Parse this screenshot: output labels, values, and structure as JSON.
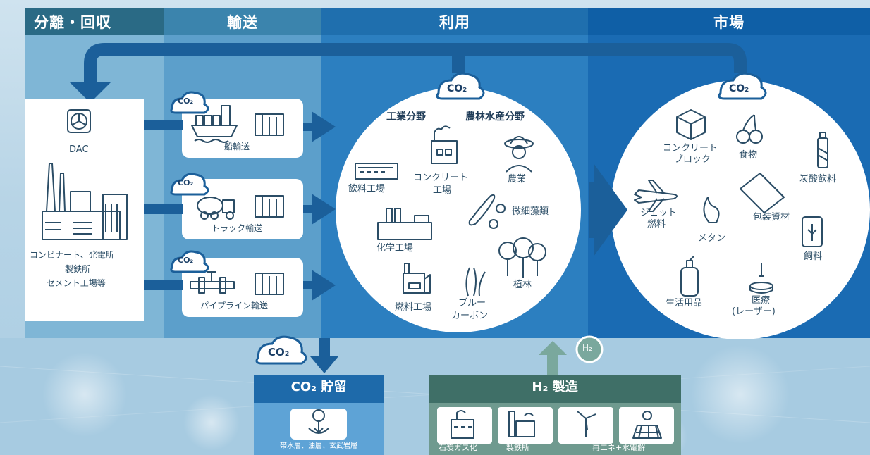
{
  "stages": {
    "capture": "分離・回収",
    "transport": "輸送",
    "use": "利用",
    "market": "市場"
  },
  "co2_label": "CO₂",
  "h2_label": "H₂",
  "capture": {
    "dac": "DAC",
    "sources_line1": "コンビナート、発電所",
    "sources_line2": "製鉄所",
    "sources_line3": "セメント工場等"
  },
  "transport": {
    "ship": "船輸送",
    "truck": "トラック輸送",
    "pipeline": "パイプライン輸送"
  },
  "use": {
    "industry_header": "工業分野",
    "agri_header": "農林水産分野",
    "items": {
      "beverage_factory": "飲料工場",
      "concrete_factory_l1": "コンクリート",
      "concrete_factory_l2": "工場",
      "agriculture": "農業",
      "microalgae": "微細藻類",
      "chemical_factory": "化学工場",
      "fuel_factory": "燃料工場",
      "blue_carbon_l1": "ブルー",
      "blue_carbon_l2": "カーボン",
      "forestation": "植林"
    }
  },
  "market": {
    "concrete_block_l1": "コンクリート",
    "concrete_block_l2": "ブロック",
    "food": "食物",
    "carbonated_drink": "炭酸飲料",
    "jet_fuel_l1": "ジェット",
    "jet_fuel_l2": "燃料",
    "methane": "メタン",
    "packaging": "包装資材",
    "feed": "飼料",
    "daily_goods": "生活用品",
    "medical_l1": "医療",
    "medical_l2": "(レーザー)"
  },
  "storage": {
    "title": "CO₂ 貯留",
    "caption": "帯水層、油層、玄武岩層"
  },
  "h2": {
    "title": "H₂ 製造",
    "coal_gas": "石炭ガス化",
    "steel": "製鉄所",
    "renewable": "再エネ+水電解"
  },
  "colors": {
    "header_dark": "#2a6d8c",
    "header_mid": "#3a7ea6",
    "header_blue": "#1f6fae",
    "use_blue": "#1c70b8",
    "market_blue": "#0f5fa6",
    "arrow_blue": "#1b5f9a",
    "storage_blue": "#1f6fae",
    "h2_green": "#3f6f67",
    "icon_stroke": "#2b4d66"
  }
}
